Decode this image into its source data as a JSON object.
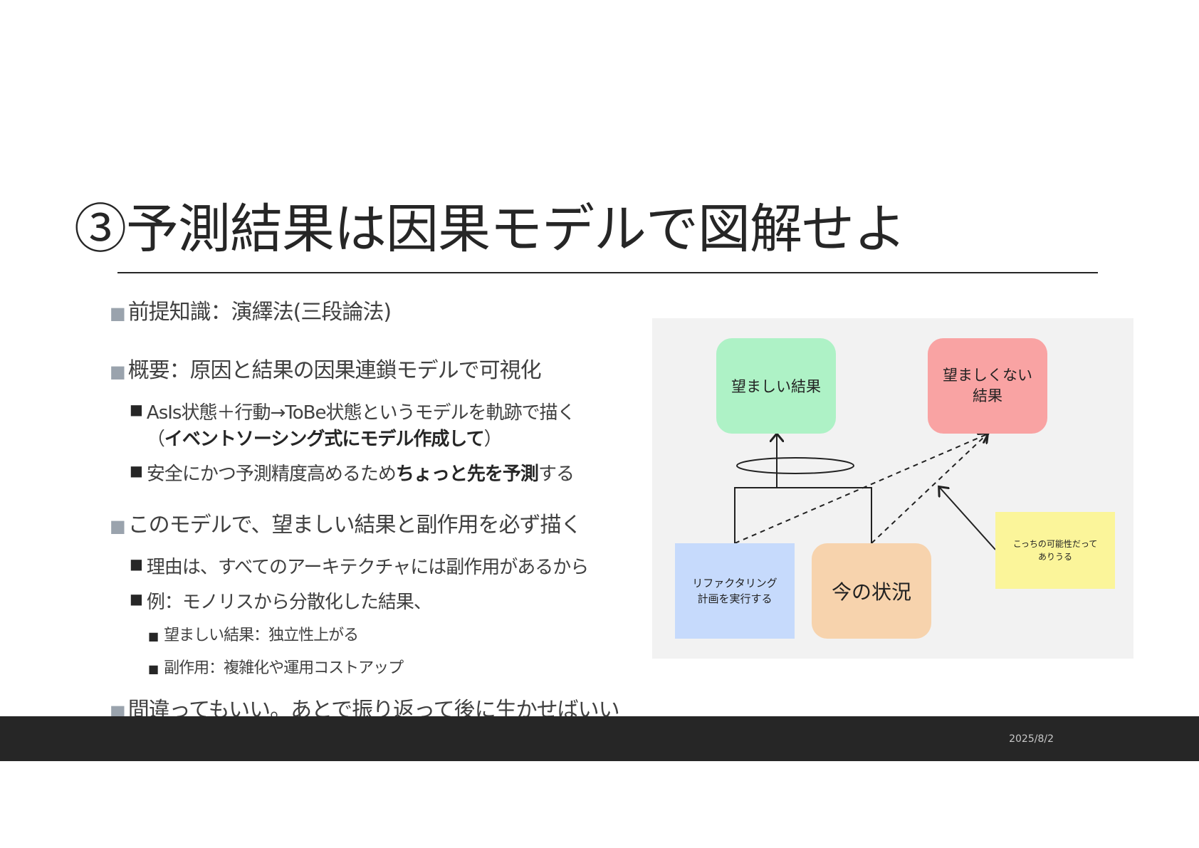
{
  "slide": {
    "title": "③予測結果は因果モデルで図解せよ",
    "date": "2025/8/2"
  },
  "bullets": {
    "b1": "前提知識：演繹法(三段論法)",
    "b2": "概要：原因と結果の因果連鎖モデルで可視化",
    "b2_1": "AsIs状態＋行動→ToBe状態というモデルを軌跡で描く（",
    "b2_1_bold": "イベントソーシング式にモデル作成して",
    "b2_1_end": "）",
    "b2_2": "安全にかつ予測精度高めるため",
    "b2_2_bold": "ちょっと先を予測",
    "b2_2_end": "する",
    "b3": "このモデルで、望ましい結果と副作用を必ず描く",
    "b3_1": "理由は、すべてのアーキテクチャには副作用があるから",
    "b3_2": "例：モノリスから分散化した結果、",
    "b3_2_1": "望ましい結果：独立性上がる",
    "b3_2_2": "副作用：複雑化や運用コストアップ",
    "b4": "間違ってもいい。あとで振り返って後に生かせばいい"
  },
  "diagram": {
    "good_result": "望ましい結果",
    "bad_result": "望ましくない\n結果",
    "refactor": "リファクタリング\n計画を実行する",
    "current": "今の状況",
    "note": "こっちの可能性だって\nありうる",
    "colors": {
      "good": "#aef2c6",
      "bad": "#f9a3a3",
      "refactor": "#c6dafc",
      "current": "#f7d3ad",
      "note": "#fbf59a",
      "bg": "#f2f2f2"
    }
  }
}
